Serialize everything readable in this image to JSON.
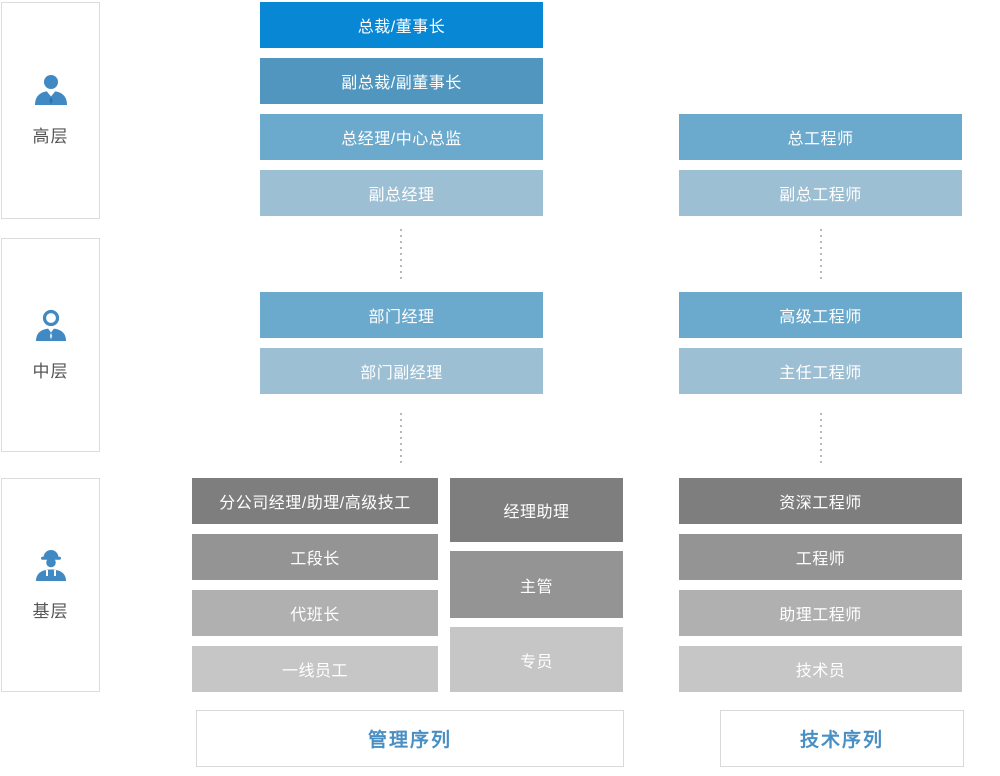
{
  "colors": {
    "blue_bright": "#0887d5",
    "blue_dark": "#5096bf",
    "blue_mid": "#6caacd",
    "blue_light": "#9dbfd3",
    "gray_dark": "#7e7e7e",
    "gray_mid": "#949494",
    "gray_light": "#b0b0b0",
    "gray_lighter": "#c6c6c6",
    "accent_text": "#4a8fc4",
    "icon_blue": "#4189c2"
  },
  "levels": [
    {
      "label": "高层",
      "icon": "executive-icon"
    },
    {
      "label": "中层",
      "icon": "manager-icon"
    },
    {
      "label": "基层",
      "icon": "worker-icon"
    }
  ],
  "management": {
    "top": [
      {
        "label": "总裁/董事长"
      },
      {
        "label": "副总裁/副董事长"
      },
      {
        "label": "总经理/中心总监"
      },
      {
        "label": "副总经理"
      }
    ],
    "middle": [
      {
        "label": "部门经理"
      },
      {
        "label": "部门副经理"
      }
    ],
    "base_left": [
      {
        "label": "分公司经理/助理/高级技工"
      },
      {
        "label": "工段长"
      },
      {
        "label": "代班长"
      },
      {
        "label": "一线员工"
      }
    ],
    "base_right": [
      {
        "label": "经理助理"
      },
      {
        "label": "主管"
      },
      {
        "label": "专员"
      }
    ],
    "footer": "管理序列"
  },
  "technical": {
    "top": [
      {
        "label": "总工程师"
      },
      {
        "label": "副总工程师"
      }
    ],
    "middle": [
      {
        "label": "高级工程师"
      },
      {
        "label": "主任工程师"
      }
    ],
    "base": [
      {
        "label": "资深工程师"
      },
      {
        "label": "工程师"
      },
      {
        "label": "助理工程师"
      },
      {
        "label": "技术员"
      }
    ],
    "footer": "技术序列"
  }
}
